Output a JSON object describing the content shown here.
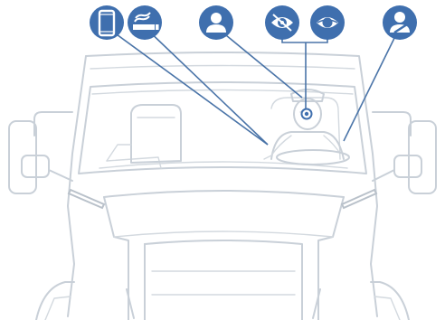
{
  "diagram": {
    "subject": "truck-cab-front-view-with-driver",
    "accent_color": "#3f6fae",
    "line_color": "#c9d0d8",
    "callouts": [
      {
        "id": "phone",
        "icon": "smartphone-icon"
      },
      {
        "id": "smoking",
        "icon": "cigarette-icon"
      },
      {
        "id": "driver",
        "icon": "person-icon"
      },
      {
        "id": "eye-open",
        "icon": "eye-open-icon"
      },
      {
        "id": "eye-closed",
        "icon": "eye-closed-icon"
      },
      {
        "id": "seatbelt",
        "icon": "seatbelt-person-icon"
      }
    ]
  }
}
